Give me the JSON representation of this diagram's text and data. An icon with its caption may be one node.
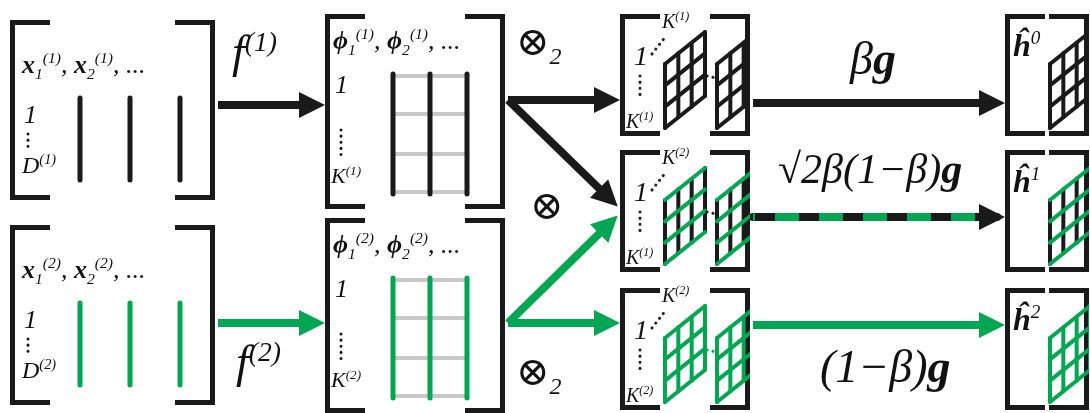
{
  "diagram": {
    "nodes": [
      {
        "text": [
          "**x**$_{1}$$^{(1)}$, **x**$_{2}$$^{(1)}$, ...",
          "1",
          "D$^{(1)}$"
        ]
      },
      {
        "text": [
          "**x**$_{1}$$^{(2)}$, **x**$_{2}$$^{(2)}$, ...",
          "1",
          "D$^{(2)}$"
        ]
      },
      {
        "text": [
          "**ϕ**$_{1}$$^{(1)}$, **ϕ**$_{2}$$^{(1)}$, ...",
          "1",
          "K$^{(1)}$"
        ]
      },
      {
        "text": [
          "**ϕ**$_{1}$$^{(2)}$, **ϕ**$_{2}$$^{(2)}$, ...",
          "1",
          "K$^{(2)}$"
        ]
      },
      {
        "text": [
          "K$^{(1)}$",
          "1",
          "K$^{(1)}$"
        ]
      },
      {
        "text": [
          "K$^{(2)}$",
          "1",
          "K$^{(1)}$"
        ]
      },
      {
        "text": [
          "K$^{(2)}$",
          "1",
          "K$^{(2)}$"
        ]
      },
      {
        "text": [
          "**ĥ**$^{0}$"
        ]
      },
      {
        "text": [
          "**ĥ**$^{1}$"
        ]
      },
      {
        "text": [
          "**ĥ**$^{2}$"
        ]
      }
    ],
    "edges": [
      {
        "from": 0,
        "to": 2,
        "arrow": "to",
        "label": "f$^{(1)}$",
        "color": "#1a1a1a"
      },
      {
        "from": 1,
        "to": 3,
        "arrow": "to",
        "label": "f$^{(2)}$",
        "color": "#00a651"
      },
      {
        "from": 2,
        "to": 4,
        "arrow": "to",
        "label": "⊗$_{2}$",
        "color": "#1a1a1a"
      },
      {
        "from": 2,
        "to": 5,
        "arrow": "to",
        "color": "#1a1a1a"
      },
      {
        "from": 3,
        "to": 5,
        "arrow": "to",
        "color": "#00a651"
      },
      {
        "from": 3,
        "to": 6,
        "arrow": "to",
        "label": "⊗$_{2}$",
        "color": "#00a651"
      },
      {
        "from": 4,
        "to": 7,
        "arrow": "to",
        "label": "β**g**",
        "color": "#1a1a1a"
      },
      {
        "from": 5,
        "to": 8,
        "arrow": "to",
        "label": "√2β(1−β)**g**",
        "style": "dashed",
        "color": "#00a651"
      },
      {
        "from": 6,
        "to": 9,
        "arrow": "to",
        "label": "(1−β)**g**",
        "color": "#00a651"
      }
    ],
    "labels": [
      "⊗"
    ]
  }
}
